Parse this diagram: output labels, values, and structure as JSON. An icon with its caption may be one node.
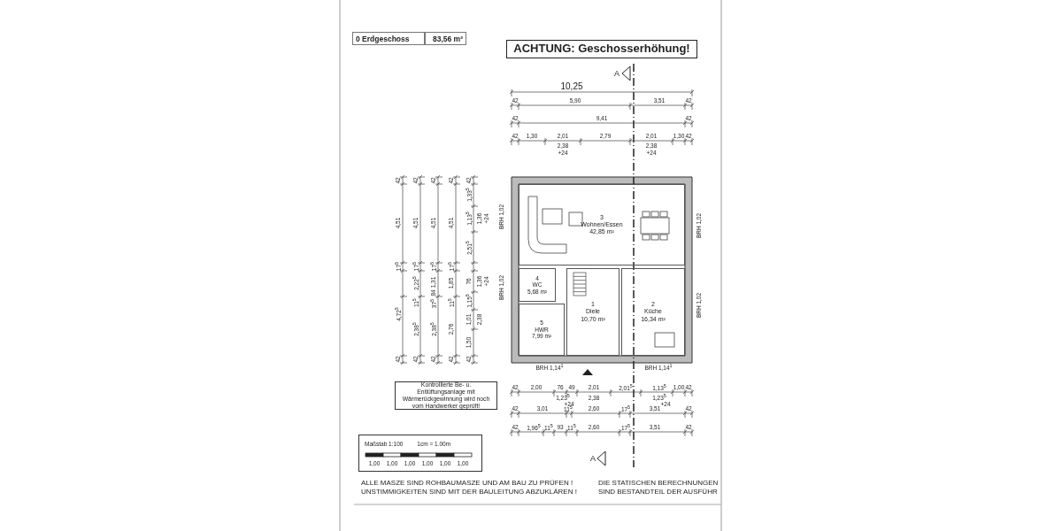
{
  "diagram": {
    "nodes": [
      {
        "text": [
          "ACHTUNG: Geschosserhöhung!"
        ]
      },
      {
        "text": [
          "3",
          "Wohnen/Essen",
          "42,85 m²"
        ]
      },
      {
        "text": [
          "4",
          "WC",
          "5,68 m²"
        ]
      },
      {
        "text": [
          "1",
          "Diele",
          "10,70 m²"
        ]
      },
      {
        "text": [
          "2",
          "Küche",
          "16,34 m²"
        ]
      },
      {
        "text": [
          "5",
          "HWR",
          "7,99 m²"
        ]
      },
      {
        "text": [
          "Kontrollierte Be- u. Entlüftungsanlage mit Wärmerückgewinnung wird noch vom Handwerker geprüft!"
        ]
      },
      {
        "text": [
          "Maßstab 1:100",
          "1cm = 1.00m"
        ]
      }
    ],
    "labels": [
      "0 Erdgeschoss",
      "83,56 m²",
      "A",
      "10,25",
      "42",
      "5,90",
      "3,51",
      "42",
      "42",
      "9,41",
      "42",
      "42",
      "1,30",
      "2,01",
      "2,38",
      "+24",
      "2,79",
      "2,01",
      "2,38",
      "+24",
      "1,30",
      "42",
      "42",
      "4,51",
      "17$^{5}$",
      "4,72$^{5}$",
      "42",
      "42",
      "4,51",
      "17$^{5}$",
      "2,22$^{5}$",
      "11$^{5}$",
      "2,38$^{5}$",
      "42",
      "42",
      "4,51",
      "17$^{5}$",
      "1,31",
      "84",
      "37$^{5}$",
      "2,38$^{5}$",
      "42",
      "42",
      "4,51",
      "17$^{5}$",
      "1,85",
      "11$^{5}$",
      "2,76",
      "42",
      "42",
      "1,33$^{5}$",
      "1,13$^{5}$",
      "1,36",
      "+24",
      "2,51$^{5}$",
      "76",
      "1,36",
      "+24",
      "1,15$^{5}$",
      "1,01",
      "2,38",
      "1,50",
      "42",
      "BRH 1,02",
      "BRH 1,02",
      "BRH 1,02",
      "BRH 1,02",
      "BRH 1,14$^{1}$",
      "BRH 1,14$^{1}$",
      "42",
      "2,00",
      "76",
      "49",
      "2,01",
      "2,01$^{5}$",
      "1,13$^{5}$",
      "1,00",
      "42",
      "1,23$^{5}$",
      "+24",
      "2,38",
      "1,23$^{5}$",
      "+24",
      "42",
      "3,01",
      "11$^{5}$",
      "2,60",
      "17$^{5}$",
      "3,51",
      "42",
      "42",
      "1,96$^{5}$",
      "11$^{5}$",
      "93",
      "11$^{5}$",
      "2,60",
      "17$^{5}$",
      "3,51",
      "42",
      "A",
      "1,00",
      "1,00",
      "1,00",
      "1,00",
      "1,00",
      "1,00",
      "ALLE MASZE SIND ROHBAUMASZE UND AM BAU ZU PRÜFEN ! UNSTIMMIGKEITEN SIND MIT DER BAULEITUNG ABZUKLÄREN !",
      "DIE STATISCHEN BERECHNUNGEN SIND BESTANDTEIL DER AUSFÜHR"
    ]
  }
}
